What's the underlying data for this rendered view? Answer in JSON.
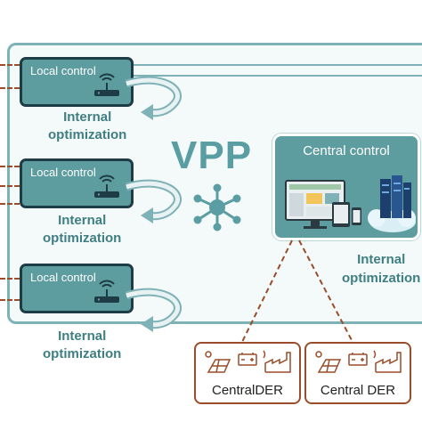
{
  "diagram": {
    "title": "VPP",
    "local_controls": [
      {
        "label": "Local control",
        "caption_line1": "Internal",
        "caption_line2": "optimization"
      },
      {
        "label": "Local control",
        "caption_line1": "Internal",
        "caption_line2": "optimization"
      },
      {
        "label": "Local control",
        "caption_line1": "Internal",
        "caption_line2": "optimization"
      }
    ],
    "central_control": {
      "label": "Central control",
      "caption_line1": "Internal",
      "caption_line2": "optimization"
    },
    "ders": [
      {
        "label": "CentralDER"
      },
      {
        "label": "Central DER"
      }
    ],
    "colors": {
      "teal": "#5d9c9f",
      "frame": "#7fb2b6",
      "dark_border": "#1e3c46",
      "caption": "#3f7f82",
      "dashed": "#9a4d2a"
    },
    "icons": [
      "router-icon",
      "network-hub-icon",
      "computer-monitor-icon",
      "tablet-icon",
      "phone-icon",
      "cloud-server-icon",
      "solar-panel-icon",
      "battery-icon",
      "factory-icon"
    ]
  }
}
